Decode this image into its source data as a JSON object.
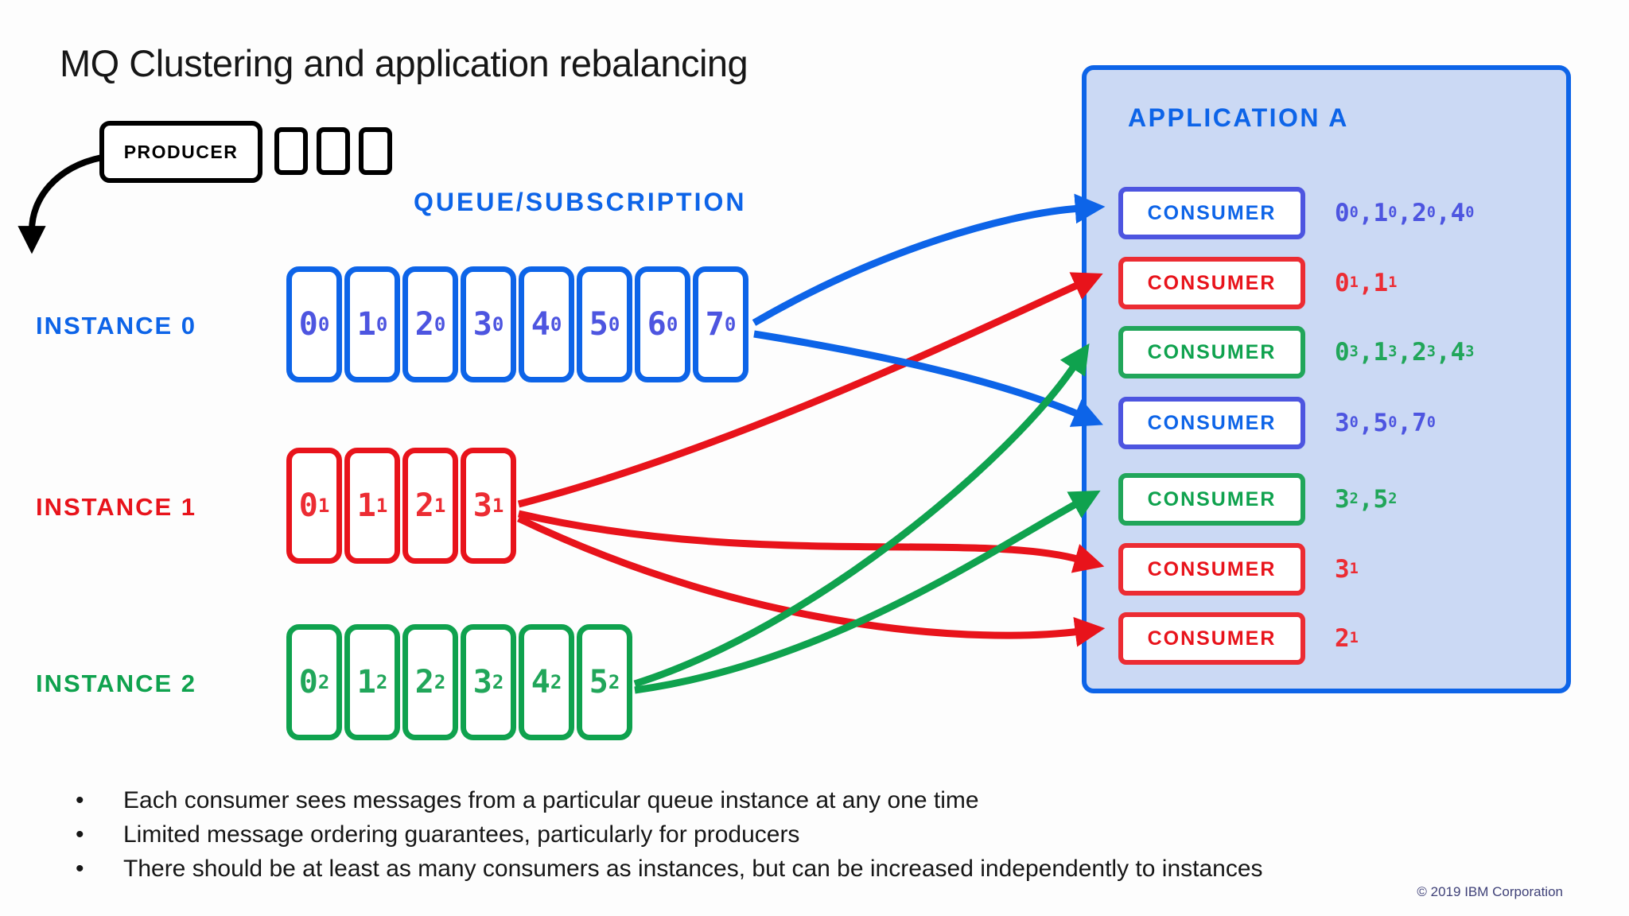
{
  "title": "MQ Clustering and application rebalancing",
  "producer": {
    "label": "PRODUCER",
    "slot_count": 3
  },
  "queue_subscription_label": "QUEUE/SUBSCRIPTION",
  "instances": [
    {
      "label": "INSTANCE 0",
      "color": "blue",
      "cells": [
        "0_0",
        "1_0",
        "2_0",
        "3_0",
        "4_0",
        "5_0",
        "6_0",
        "7_0"
      ]
    },
    {
      "label": "INSTANCE 1",
      "color": "red",
      "cells": [
        "0_1",
        "1_1",
        "2_1",
        "3_1"
      ]
    },
    {
      "label": "INSTANCE 2",
      "color": "green",
      "cells": [
        "0_2",
        "1_2",
        "2_2",
        "3_2",
        "4_2",
        "5_2"
      ]
    }
  ],
  "application": {
    "title": "APPLICATION A",
    "consumers": [
      {
        "label": "CONSUMER",
        "color": "blue",
        "assignments": "0_0,1_0,2_0,4_0"
      },
      {
        "label": "CONSUMER",
        "color": "red",
        "assignments": "0_1,1_1"
      },
      {
        "label": "CONSUMER",
        "color": "green",
        "assignments": "0_3,1_3,2_3,4_3"
      },
      {
        "label": "CONSUMER",
        "color": "blue",
        "assignments": "3_0,5_0,7_0"
      },
      {
        "label": "CONSUMER",
        "color": "green",
        "assignments": "3_2,5_2"
      },
      {
        "label": "CONSUMER",
        "color": "red",
        "assignments": "3_1"
      },
      {
        "label": "CONSUMER",
        "color": "red",
        "assignments": "2_1"
      }
    ]
  },
  "bullets": [
    "Each consumer sees messages from a particular queue instance at any one time",
    "Limited message ordering guarantees, particularly for producers",
    "There should be at least as many consumers as instances, but can be increased independently to instances"
  ],
  "footer": "© 2019 IBM Corporation",
  "colors": {
    "blue": "#0d64e8",
    "blue-digit": "#4d55e0",
    "red": "#e8131b",
    "red-digit": "#ec2c33",
    "green": "#0fa24e",
    "green-digit": "#21a65a",
    "app-bg": "#cbd9f4",
    "footer": "#3f4178"
  }
}
